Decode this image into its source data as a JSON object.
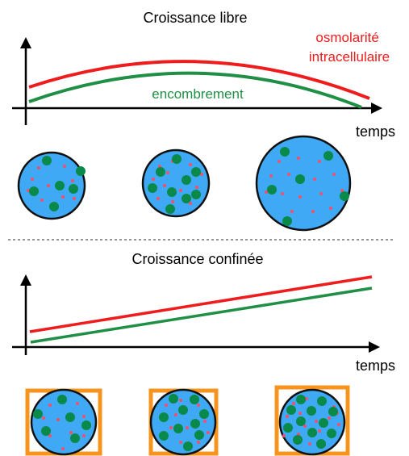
{
  "free_growth": {
    "title": "Croissance libre",
    "osmolarity_label": [
      "osmolarité",
      "intracellulaire"
    ],
    "crowding_label": "encombrement",
    "x_axis_label": "temps"
  },
  "confined_growth": {
    "title": "Croissance confinée",
    "x_axis_label": "temps"
  },
  "colors": {
    "osmolarity": "#ee1c1c",
    "crowding": "#1f8f46",
    "cell_fill": "#3fa9f5",
    "cell_outline": "#111111",
    "macromolecule": "#0a8a4a",
    "solute": "#f0506e",
    "confinement_box": "#f7941d",
    "divider": "#555555",
    "axis": "#000000"
  }
}
